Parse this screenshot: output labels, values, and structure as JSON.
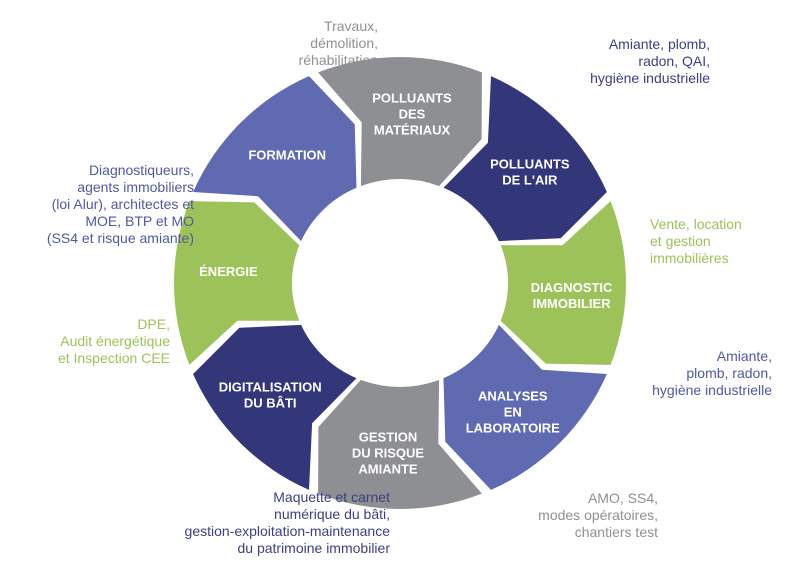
{
  "colors": {
    "grey": "#8e8f93",
    "navy": "#34367a",
    "green": "#9dc25a",
    "blue": "#5f6ab0",
    "text_grey": "#8f9094",
    "text_navy": "#3d3f82",
    "text_green": "#9dc25a",
    "text_blue": "#4f5a9f"
  },
  "segments": [
    {
      "id": "polluants-materiaux",
      "color": "grey",
      "lines": [
        "POLLUANTS",
        "DES",
        "MATÉRIAUX"
      ]
    },
    {
      "id": "polluants-air",
      "color": "navy",
      "lines": [
        "POLLUANTS",
        "DE L'AIR"
      ]
    },
    {
      "id": "diagnostic",
      "color": "green",
      "lines": [
        "DIAGNOSTIC",
        "IMMOBILIER"
      ]
    },
    {
      "id": "analyses",
      "color": "blue",
      "lines": [
        "ANALYSES",
        "EN",
        "LABORATOIRE"
      ]
    },
    {
      "id": "gestion",
      "color": "grey",
      "lines": [
        "GESTION",
        "DU RISQUE",
        "AMIANTE"
      ]
    },
    {
      "id": "digitalisation",
      "color": "navy",
      "lines": [
        "DIGITALISATION",
        "DU BÂTI"
      ]
    },
    {
      "id": "energie",
      "color": "green",
      "lines": [
        "ÉNERGIE"
      ]
    },
    {
      "id": "formation",
      "color": "blue",
      "lines": [
        "FORMATION"
      ]
    }
  ],
  "annotations": [
    {
      "id": "travaux",
      "color": "text_grey",
      "lines": [
        "Travaux,",
        "démolition,",
        "réhabilitation"
      ]
    },
    {
      "id": "amiante-air",
      "color": "text_navy",
      "lines": [
        "Amiante, plomb,",
        "radon, QAI,",
        "hygiène industrielle"
      ]
    },
    {
      "id": "vente",
      "color": "text_green",
      "lines": [
        "Vente, location",
        "et gestion",
        "immobilières"
      ]
    },
    {
      "id": "amiante-labo",
      "color": "text_blue",
      "lines": [
        "Amiante,",
        "plomb, radon,",
        "hygiène industrielle"
      ]
    },
    {
      "id": "amo",
      "color": "text_grey",
      "lines": [
        "AMO, SS4,",
        "modes opératoires,",
        "chantiers test"
      ]
    },
    {
      "id": "maquette",
      "color": "text_navy",
      "lines": [
        "Maquette et carnet",
        "numérique du bâti,",
        "gestion-exploitation-maintenance",
        "du patrimoine immobilier"
      ]
    },
    {
      "id": "dpe",
      "color": "text_green",
      "lines": [
        "DPE,",
        "Audit énergétique",
        "et Inspection CEE"
      ]
    },
    {
      "id": "diagnostiqueurs",
      "color": "text_blue",
      "lines": [
        "Diagnostiqueurs,",
        "agents immobiliers",
        "(loi Alur), architectes et",
        "MOE, BTP et MO",
        "(SS4 et risque amiante)"
      ]
    }
  ]
}
